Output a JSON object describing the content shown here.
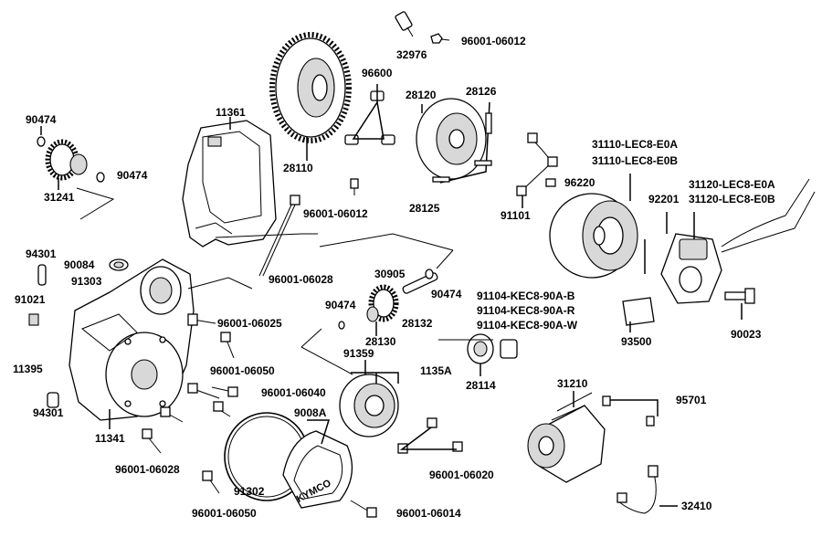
{
  "diagram": {
    "brand_mark": "KYMCO",
    "labels": {
      "p32976": "32976",
      "p96001_06012_top": "96001-06012",
      "p96600": "96600",
      "p28120": "28120",
      "p28126": "28126",
      "p90474_a": "90474",
      "p90474_b": "90474",
      "p31241": "31241",
      "p11361": "11361",
      "p28110": "28110",
      "p96001_06012_mid": "96001-06012",
      "p28125": "28125",
      "p31110_a": "31110-LEC8-E0A",
      "p31110_b": "31110-LEC8-E0B",
      "p96220": "96220",
      "p91101": "91101",
      "p92201": "92201",
      "p31120_a": "31120-LEC8-E0A",
      "p31120_b": "31120-LEC8-E0B",
      "p94301_top": "94301",
      "p90084": "90084",
      "p91303": "91303",
      "p96001_06028_top": "96001-06028",
      "p30905": "30905",
      "p90474_c": "90474",
      "p91021": "91021",
      "p96001_06025": "96001-06025",
      "p90474_d": "90474",
      "p28132": "28132",
      "p91104_b": "91104-KEC8-90A-B",
      "p91104_r": "91104-KEC8-90A-R",
      "p91104_w": "91104-KEC8-90A-W",
      "p93500": "93500",
      "p90023": "90023",
      "p28130": "28130",
      "p91359": "91359",
      "p11395": "11395",
      "p96001_06050_top": "96001-06050",
      "p1135A": "1135A",
      "p28114": "28114",
      "p96001_06040": "96001-06040",
      "p31210": "31210",
      "p95701": "95701",
      "p94301_bot": "94301",
      "p9008A": "9008A",
      "p11341": "11341",
      "p96001_06028_bot": "96001-06028",
      "p96001_06020": "96001-06020",
      "p91302": "91302",
      "p96001_06050_bot": "96001-06050",
      "p96001_06014": "96001-06014",
      "p32410": "32410"
    }
  }
}
